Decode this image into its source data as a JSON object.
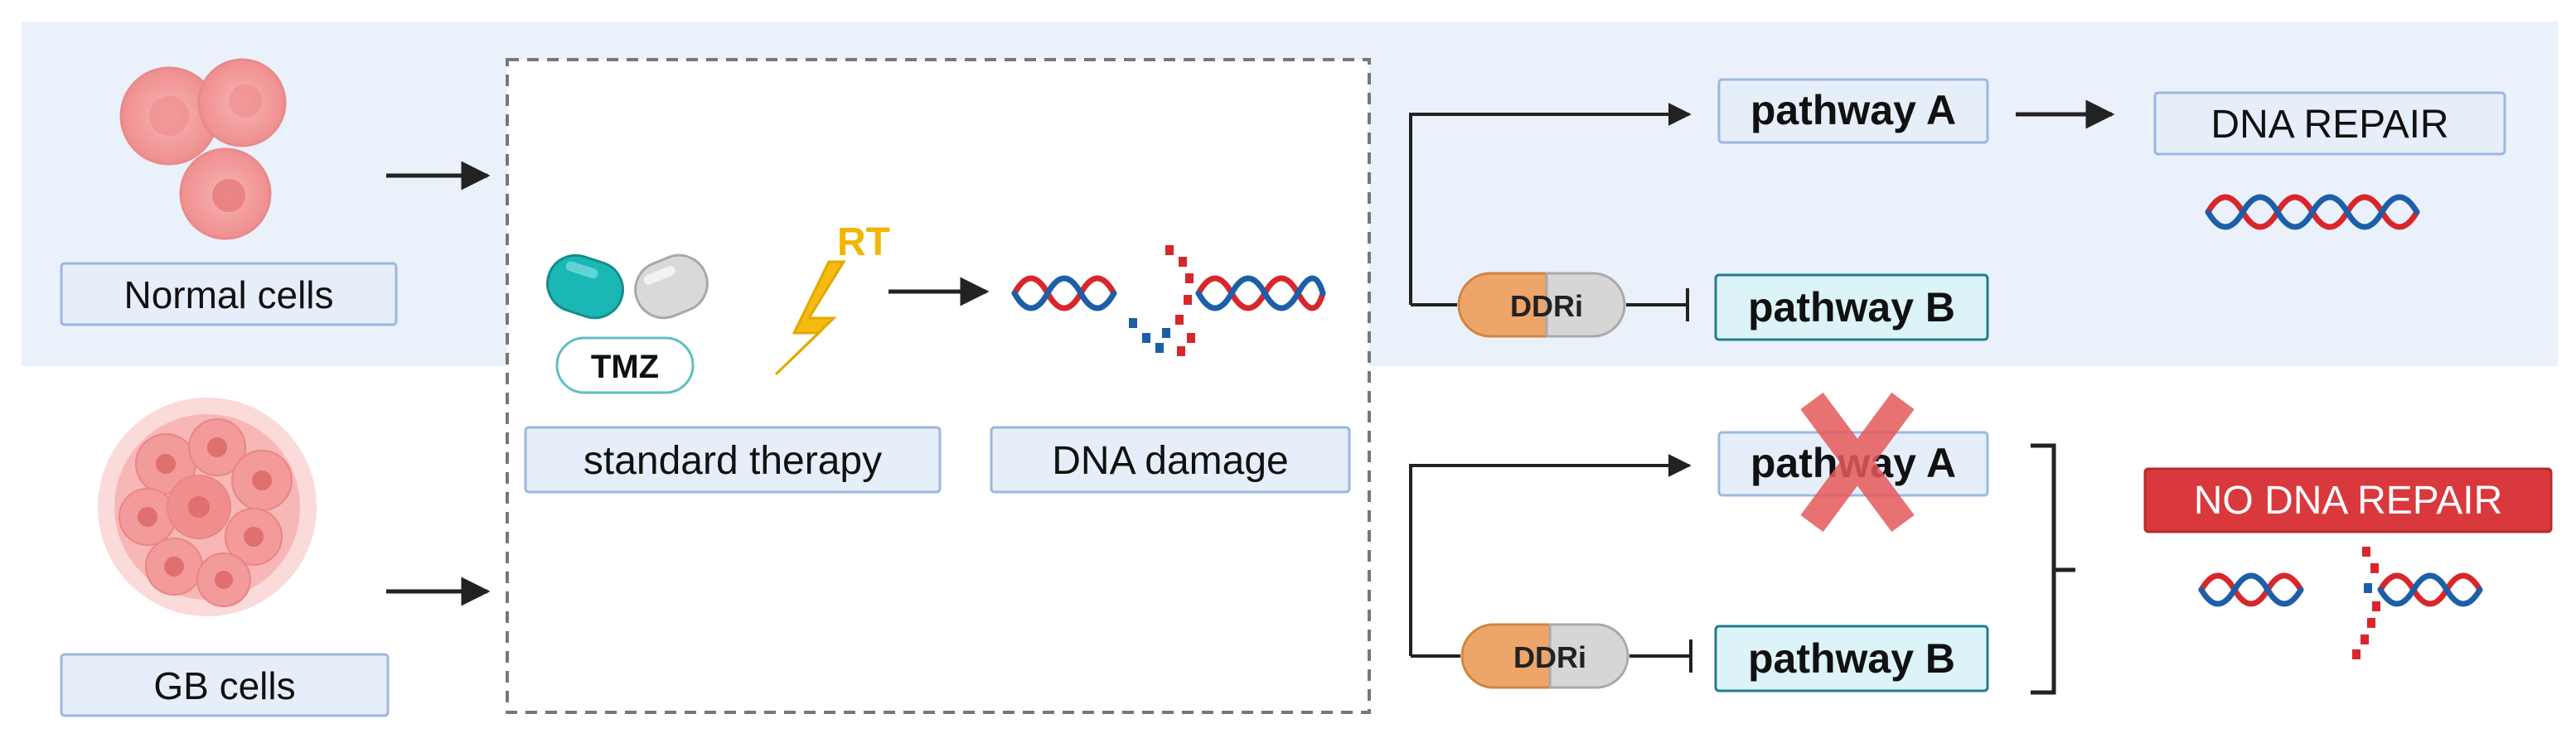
{
  "labels": {
    "normal_cells": "Normal cells",
    "gb_cells": "GB cells",
    "tmz": "TMZ",
    "rt": "RT",
    "standard_therapy": "standard therapy",
    "dna_damage": "DNA damage",
    "pathway_a_top": "pathway A",
    "pathway_b_top": "pathway B",
    "pathway_a_bottom": "pathway A",
    "pathway_b_bottom": "pathway B",
    "ddri_top": "DDRi",
    "ddri_bottom": "DDRi",
    "dna_repair": "DNA REPAIR",
    "no_dna_repair": "NO DNA REPAIR"
  },
  "colors": {
    "top_band": "#eaf1fb",
    "label_fill": "#e6eefa",
    "label_stroke": "#9bb8e0",
    "pathway_b_fill": "#dcf3f7",
    "pathway_b_stroke": "#1f7e8c",
    "no_repair_red": "#d9393c",
    "x_mark": "#e55a5a",
    "rt_yellow": "#f2b600",
    "capsule_teal": "#1ab7b5",
    "ddri_orange": "#eda56a",
    "ddri_grey": "#d6d6d6",
    "dna_red": "#d8262b",
    "dna_blue": "#1c5fa8",
    "cell_pink": "#f39a9a",
    "arrow": "#222222"
  }
}
